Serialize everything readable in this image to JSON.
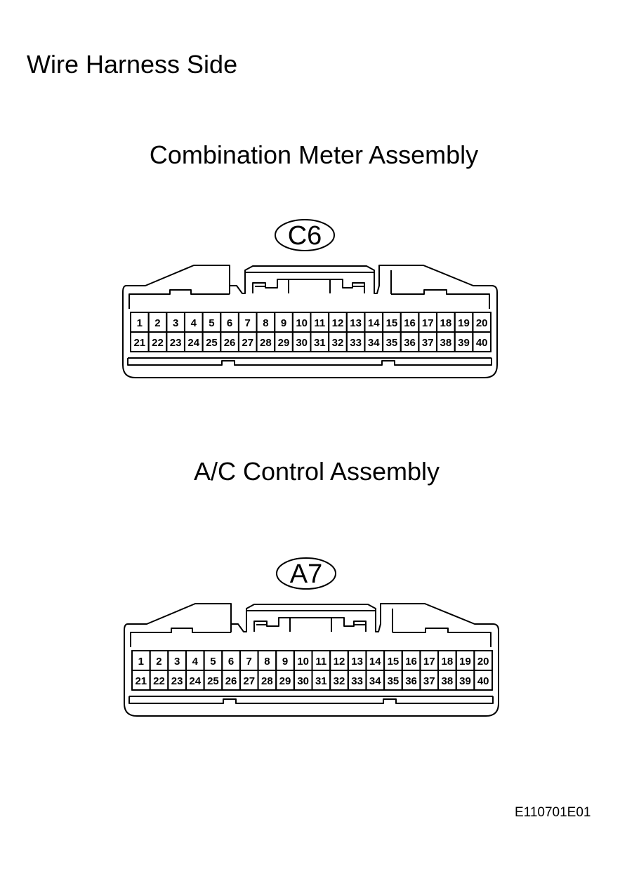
{
  "page_title": "Wire Harness Side",
  "figure_id": "E110701E01",
  "connectors": [
    {
      "title": "Combination Meter Assembly",
      "code": "C6",
      "pins_row1": [
        "1",
        "2",
        "3",
        "4",
        "5",
        "6",
        "7",
        "8",
        "9",
        "10",
        "11",
        "12",
        "13",
        "14",
        "15",
        "16",
        "17",
        "18",
        "19",
        "20"
      ],
      "pins_row2": [
        "21",
        "22",
        "23",
        "24",
        "25",
        "26",
        "27",
        "28",
        "29",
        "30",
        "31",
        "32",
        "33",
        "34",
        "35",
        "36",
        "37",
        "38",
        "39",
        "40"
      ]
    },
    {
      "title": "A/C Control Assembly",
      "code": "A7",
      "pins_row1": [
        "1",
        "2",
        "3",
        "4",
        "5",
        "6",
        "7",
        "8",
        "9",
        "10",
        "11",
        "12",
        "13",
        "14",
        "15",
        "16",
        "17",
        "18",
        "19",
        "20"
      ],
      "pins_row2": [
        "21",
        "22",
        "23",
        "24",
        "25",
        "26",
        "27",
        "28",
        "29",
        "30",
        "31",
        "32",
        "33",
        "34",
        "35",
        "36",
        "37",
        "38",
        "39",
        "40"
      ]
    }
  ]
}
